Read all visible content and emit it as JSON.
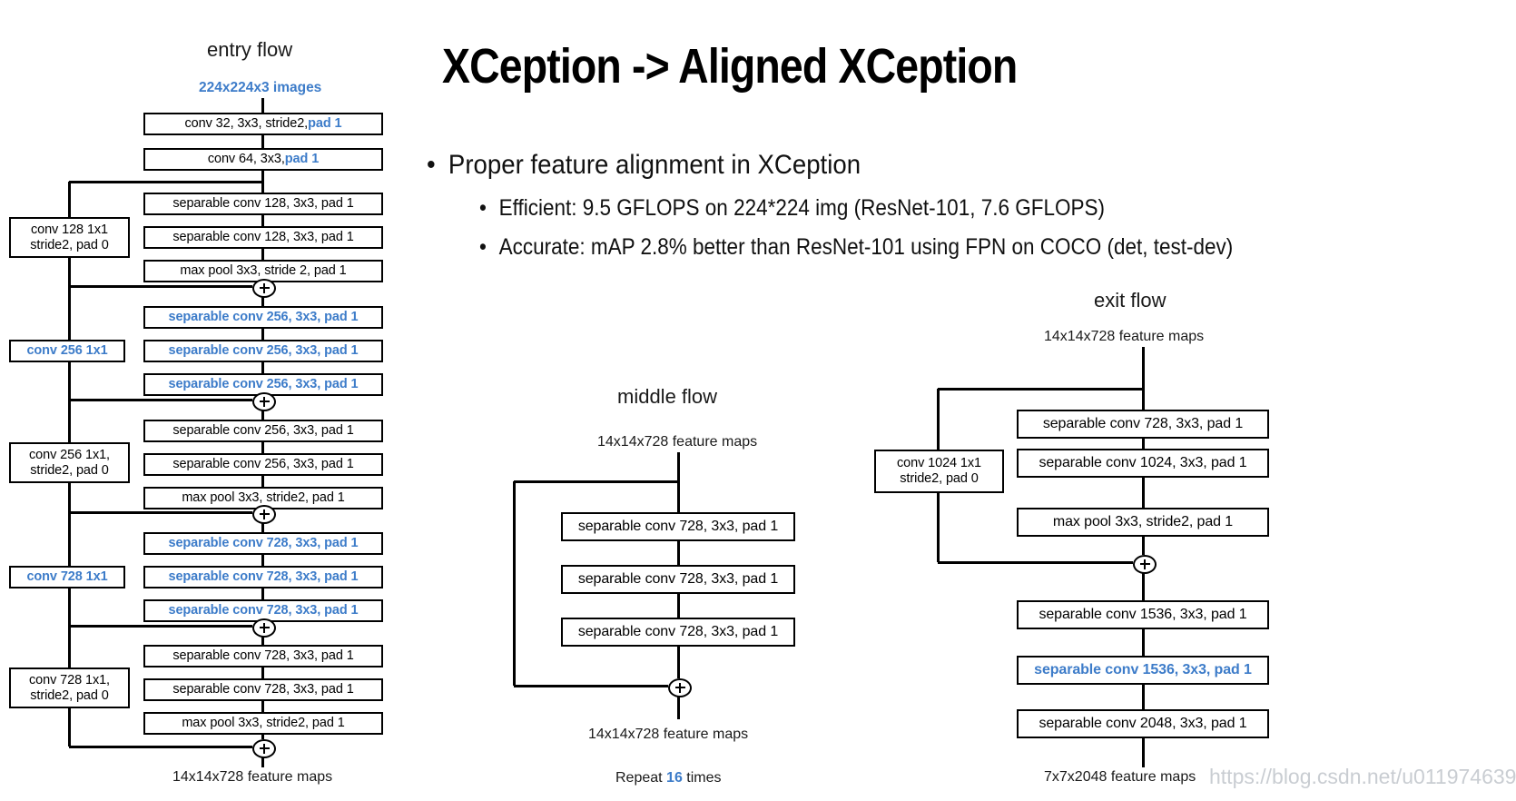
{
  "slide": {
    "title": "XCeption -> Aligned XCeption",
    "watermark": "https://blog.csdn.net/u011974639",
    "bullets": {
      "level1": "Proper feature alignment in XCeption",
      "level2": [
        "Efficient: 9.5 GFLOPS on 224*224 img (ResNet-101, 7.6 GFLOPS)",
        "Accurate: mAP 2.8% better than ResNet-101 using FPN on COCO (det, test-dev)"
      ]
    },
    "accent_blue": "#3D7CC9"
  },
  "entry_flow": {
    "title": "entry flow",
    "input_label": "224x224x3 images",
    "output_label": "14x14x728 feature maps",
    "main_boxes": [
      {
        "pre": "conv 32, 3x3, stride2, ",
        "hl": "pad 1",
        "blue": false
      },
      {
        "pre": "conv 64, 3x3, ",
        "hl": "pad 1",
        "blue": false
      },
      {
        "text": "separable conv 128, 3x3, pad 1",
        "blue": false
      },
      {
        "text": "separable conv 128, 3x3, pad 1",
        "blue": false
      },
      {
        "text": "max pool 3x3, stride 2, pad 1",
        "blue": false
      },
      {
        "text": "separable conv 256, 3x3, pad 1",
        "blue": true
      },
      {
        "text": "separable conv 256, 3x3, pad 1",
        "blue": true
      },
      {
        "text": "separable conv 256, 3x3, pad 1",
        "blue": true
      },
      {
        "text": "separable conv 256, 3x3, pad 1",
        "blue": false
      },
      {
        "text": "separable conv 256, 3x3, pad 1",
        "blue": false
      },
      {
        "text": "max pool 3x3, stride2, pad 1",
        "blue": false
      },
      {
        "text": "separable conv 728, 3x3, pad 1",
        "blue": true
      },
      {
        "text": "separable conv 728, 3x3, pad 1",
        "blue": true
      },
      {
        "text": "separable conv 728, 3x3, pad 1",
        "blue": true
      },
      {
        "text": "separable conv 728, 3x3, pad 1",
        "blue": false
      },
      {
        "text": "separable conv 728, 3x3, pad 1",
        "blue": false
      },
      {
        "text": "max pool 3x3, stride2, pad 1",
        "blue": false
      }
    ],
    "shortcut_boxes": [
      {
        "line1": "conv 128 1x1",
        "line2": "stride2, pad 0",
        "blue": false
      },
      {
        "line1": "conv 256 1x1",
        "line2": "",
        "blue": true
      },
      {
        "line1": "conv 256 1x1,",
        "line2": "stride2, pad 0",
        "blue": false
      },
      {
        "line1": "conv 728 1x1",
        "line2": "",
        "blue": true
      },
      {
        "line1": "conv 728 1x1,",
        "line2": "stride2, pad 0",
        "blue": false
      }
    ]
  },
  "middle_flow": {
    "title": "middle flow",
    "input_label": "14x14x728 feature maps",
    "output_label": "14x14x728 feature maps",
    "repeat_prefix": "Repeat ",
    "repeat_count": "16",
    "repeat_suffix": " times",
    "boxes": [
      {
        "text": "separable conv 728, 3x3, pad 1"
      },
      {
        "text": "separable conv 728, 3x3, pad 1"
      },
      {
        "text": "separable conv 728, 3x3, pad 1"
      }
    ]
  },
  "exit_flow": {
    "title": "exit flow",
    "input_label": "14x14x728 feature maps",
    "output_label": "7x7x2048 feature maps",
    "boxes": [
      {
        "text": "separable conv 728, 3x3, pad 1",
        "blue": false
      },
      {
        "text": "separable conv 1024, 3x3, pad 1",
        "blue": false
      },
      {
        "text": "max pool 3x3, stride2, pad 1",
        "blue": false
      },
      {
        "text": "separable conv 1536, 3x3, pad 1",
        "blue": false
      },
      {
        "text": "separable conv 1536, 3x3, pad 1",
        "blue": true
      },
      {
        "text": "separable conv 2048, 3x3, pad 1",
        "blue": false
      }
    ],
    "shortcut_box": {
      "line1": "conv 1024 1x1",
      "line2": "stride2, pad 0"
    }
  }
}
